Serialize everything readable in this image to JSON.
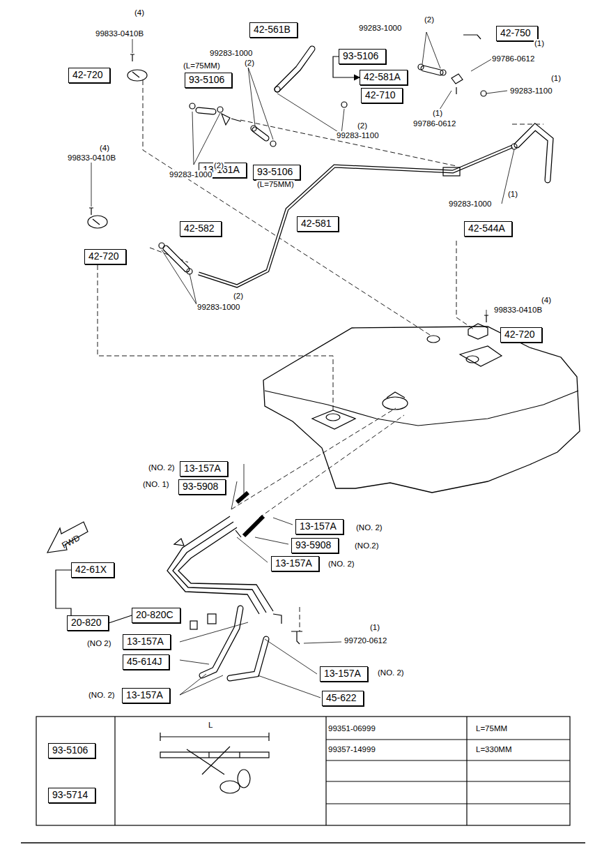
{
  "diagram": {
    "nodes": [
      {
        "text": [
          "42-561B"
        ]
      },
      {
        "text": [
          "42-750"
        ]
      },
      {
        "text": [
          "93-5106"
        ]
      },
      {
        "text": [
          "42-581A"
        ]
      },
      {
        "text": [
          "42-720"
        ]
      },
      {
        "text": [
          "93-5106"
        ]
      },
      {
        "text": [
          "42-710"
        ]
      },
      {
        "text": [
          "13-161A"
        ]
      },
      {
        "text": [
          "93-5106"
        ]
      },
      {
        "text": [
          "42-581"
        ]
      },
      {
        "text": [
          "42-544A"
        ]
      },
      {
        "text": [
          "42-582"
        ]
      },
      {
        "text": [
          "42-720"
        ]
      },
      {
        "text": [
          "42-720"
        ]
      },
      {
        "text": [
          "13-157A"
        ]
      },
      {
        "text": [
          "93-5908"
        ]
      },
      {
        "text": [
          "13-157A"
        ]
      },
      {
        "text": [
          "93-5908"
        ]
      },
      {
        "text": [
          "13-157A"
        ]
      },
      {
        "text": [
          "42-61X"
        ]
      },
      {
        "text": [
          "20-820C"
        ]
      },
      {
        "text": [
          "20-820"
        ]
      },
      {
        "text": [
          "13-157A"
        ]
      },
      {
        "text": [
          "45-614J"
        ]
      },
      {
        "text": [
          "13-157A"
        ]
      },
      {
        "text": [
          "13-157A"
        ]
      },
      {
        "text": [
          "45-622"
        ]
      },
      {
        "text": [
          "93-5106"
        ]
      },
      {
        "text": [
          "93-5714"
        ]
      }
    ],
    "edges": [
      {
        "from": 2,
        "to": 3,
        "arrow": "to"
      },
      {
        "from": 19,
        "to": 21,
        "arrow": "none"
      },
      {
        "from": 21,
        "to": 20,
        "arrow": "none"
      }
    ],
    "labels": [
      "(4)",
      "99833-0410B",
      "(2)",
      "99283-1000",
      "(L=75MM)",
      "(2)",
      "99283-1000",
      "(1)",
      "99786-0612",
      "(1)",
      "99283-1100",
      "(1)",
      "99786-0612",
      "(2)",
      "99283-1100",
      "(2)",
      "99283-1000",
      "(L=75MM)",
      "(4)",
      "99833-0410B",
      "(1)",
      "99283-1000",
      "(2)",
      "99283-1000",
      "(4)",
      "99833-0410B",
      "(NO. 2)",
      "(NO. 1)",
      "(NO. 2)",
      "(NO.2)",
      "(NO. 2)",
      "FWD",
      "(1)",
      "99720-0612",
      "(NO 2)",
      "(NO. 2)",
      "(NO. 2)",
      "L",
      "99351-06999",
      "L=75MM",
      "99357-14999",
      "L=330MM"
    ]
  }
}
